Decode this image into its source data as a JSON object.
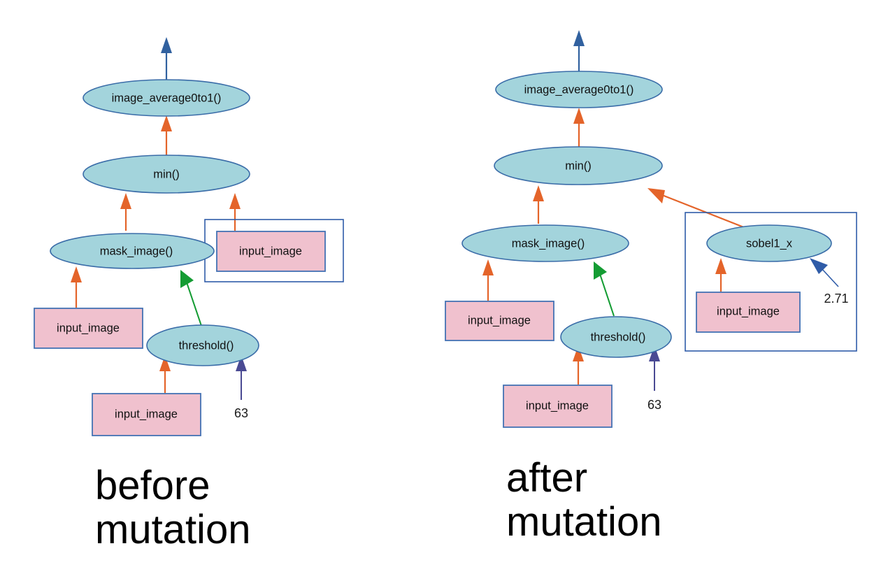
{
  "figure": {
    "title_left": "before",
    "title_left2": "mutation",
    "title_right": "after",
    "title_right2": "mutation"
  },
  "colors": {
    "function_node_fill": "#a3d4dc",
    "function_node_stroke": "#3a6ca8",
    "terminal_node_fill": "#f0c1ce",
    "terminal_node_stroke": "#4472b4",
    "frame_stroke": "#2f5ca8",
    "edge_orange": "#e4642a",
    "edge_green": "#149c33",
    "edge_blue": "#31619f",
    "edge_purple": "#4a4a93"
  },
  "left_tree": {
    "caption_line1": "before",
    "caption_line2": "mutation",
    "nodes": {
      "root": "image_average0to1()",
      "min": "min()",
      "mask_image": "mask_image()",
      "input_image_framed": "input_image",
      "input_image_mask": "input_image",
      "threshold": "threshold()",
      "input_image_threshold": "input_image",
      "constant_63": "63"
    }
  },
  "right_tree": {
    "caption_line1": "after",
    "caption_line2": "mutation",
    "nodes": {
      "root": "image_average0to1()",
      "min": "min()",
      "mask_image": "mask_image()",
      "sobel": "sobel1_x",
      "input_image_sobel": "input_image",
      "constant_271": "2.71",
      "input_image_mask": "input_image",
      "threshold": "threshold()",
      "input_image_threshold": "input_image",
      "constant_63": "63"
    }
  }
}
